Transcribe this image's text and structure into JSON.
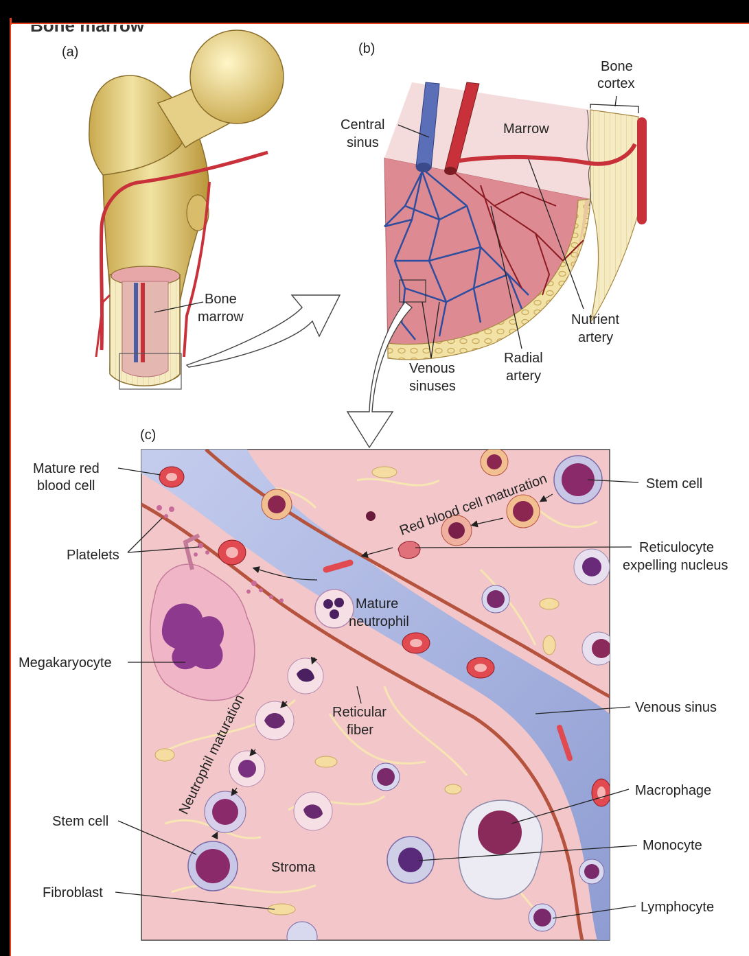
{
  "header": {
    "title_fragment": "Bone marrow"
  },
  "panels": {
    "a": "(a)",
    "b": "(b)",
    "c": "(c)"
  },
  "labels_a": {
    "bone_marrow_1": "Bone",
    "bone_marrow_2": "marrow"
  },
  "labels_b": {
    "central_sinus_1": "Central",
    "central_sinus_2": "sinus",
    "bone_cortex_1": "Bone",
    "bone_cortex_2": "cortex",
    "marrow": "Marrow",
    "nutrient_artery_1": "Nutrient",
    "nutrient_artery_2": "artery",
    "radial_artery_1": "Radial",
    "radial_artery_2": "artery",
    "venous_sinuses_1": "Venous",
    "venous_sinuses_2": "sinuses"
  },
  "labels_c": {
    "mature_rbc_1": "Mature red",
    "mature_rbc_2": "blood cell",
    "platelets": "Platelets",
    "megakaryocyte": "Megakaryocyte",
    "stem_cell_left": "Stem cell",
    "fibroblast": "Fibroblast",
    "stem_cell_right": "Stem cell",
    "reticulocyte_1": "Reticulocyte",
    "reticulocyte_2": "expelling nucleus",
    "venous_sinus": "Venous sinus",
    "macrophage": "Macrophage",
    "monocyte": "Monocyte",
    "lymphocyte": "Lymphocyte",
    "mature_neutrophil_1": "Mature",
    "mature_neutrophil_2": "neutrophil",
    "reticular_fiber_1": "Reticular",
    "reticular_fiber_2": "fiber",
    "stroma": "Stroma",
    "neutrophil_maturation": "Neutrophil maturation",
    "rbc_maturation": "Red blood cell maturation"
  },
  "colors": {
    "frame": "#e8401c",
    "bone": "#e8d48a",
    "artery": "#c8313a",
    "vein": "#4a5ea8",
    "marrow": "#e9a3aa",
    "sinus": "#aab6e0",
    "stroma": "#f3c7c9"
  }
}
